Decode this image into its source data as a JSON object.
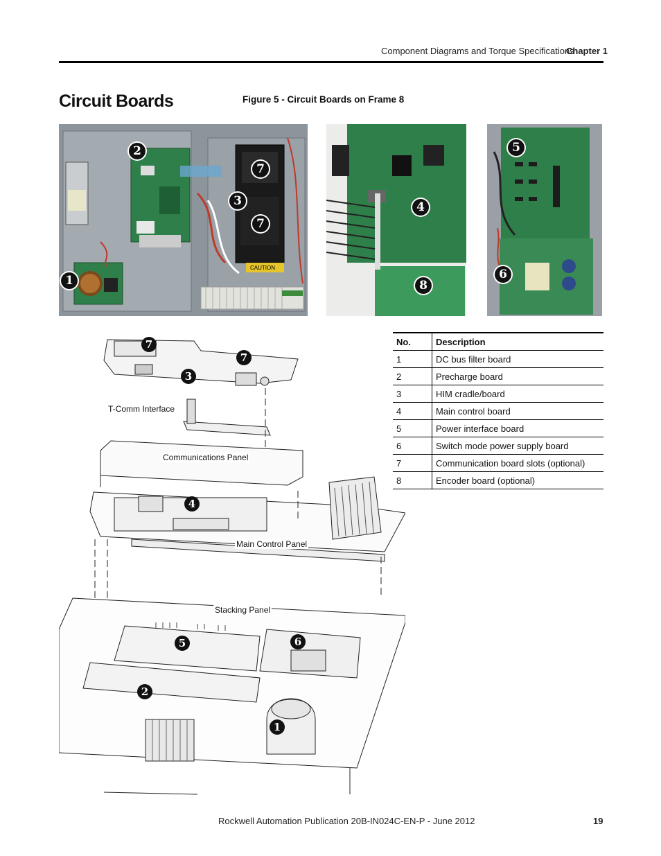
{
  "header": {
    "section_name": "Component Diagrams and Torque Specifications",
    "chapter": "Chapter 1"
  },
  "section_title": "Circuit Boards",
  "figure_title": "Figure 5 - Circuit Boards on Frame 8",
  "photo_labels": {
    "caution": "CAUTION"
  },
  "diagram_labels": {
    "t_comm": "T-Comm Interface",
    "comm_panel": "Communications Panel",
    "main_control_panel": "Main Control Panel",
    "stacking_panel": "Stacking Panel"
  },
  "table": {
    "headers": [
      "No.",
      "Description"
    ],
    "rows": [
      [
        "1",
        "DC bus filter board"
      ],
      [
        "2",
        "Precharge board"
      ],
      [
        "3",
        "HIM cradle/board"
      ],
      [
        "4",
        "Main control board"
      ],
      [
        "5",
        "Power interface board"
      ],
      [
        "6",
        "Switch mode power supply board"
      ],
      [
        "7",
        "Communication board slots (optional)"
      ],
      [
        "8",
        "Encoder board (optional)"
      ]
    ]
  },
  "callouts": {
    "c1": "1",
    "c2": "2",
    "c3": "3",
    "c4": "4",
    "c5": "5",
    "c6": "6",
    "c7": "7",
    "c8": "8"
  },
  "footer": {
    "publication": "Rockwell Automation Publication 20B-IN024C-EN-P - June 2012",
    "page_number": "19"
  },
  "colors": {
    "pcb_green": "#2f7f4a",
    "cabinet_gray": "#8a9299",
    "rule": "#000000"
  }
}
